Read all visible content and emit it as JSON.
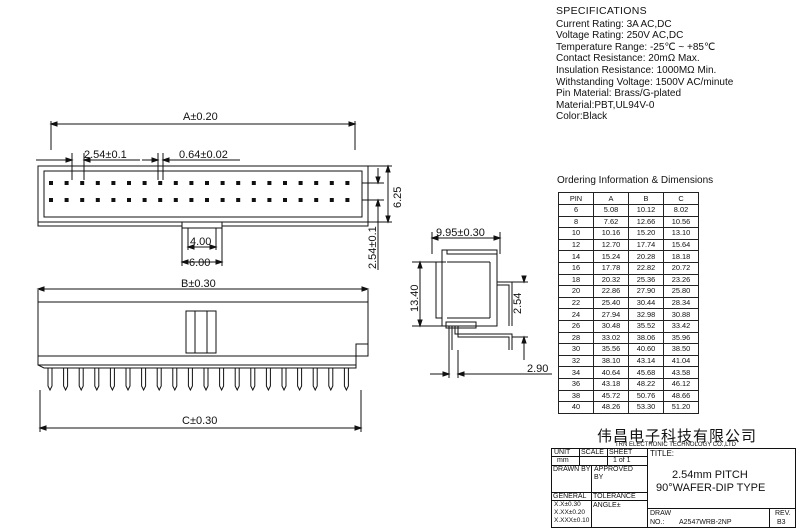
{
  "specifications": {
    "title": "SPECIFICATIONS",
    "lines": [
      "Current Rating: 3A AC,DC",
      "Voltage Rating: 250V AC,DC",
      "Temperature Range: -25℃ ~ +85℃",
      "Contact Resistance: 20mΩ Max.",
      "Insulation Resistance: 1000MΩ Min.",
      "Withstanding Voltage: 1500V AC/minute",
      "Pin Material: Brass/G-plated",
      "Material:PBT,UL94V-0",
      "Color:Black"
    ]
  },
  "ordering": {
    "title": "Ordering Information & Dimensions",
    "headers": [
      "PIN",
      "A",
      "B",
      "C"
    ],
    "rows": [
      [
        "6",
        "5.08",
        "10.12",
        "8.02"
      ],
      [
        "8",
        "7.62",
        "12.66",
        "10.56"
      ],
      [
        "10",
        "10.16",
        "15.20",
        "13.10"
      ],
      [
        "12",
        "12.70",
        "17.74",
        "15.64"
      ],
      [
        "14",
        "15.24",
        "20.28",
        "18.18"
      ],
      [
        "16",
        "17.78",
        "22.82",
        "20.72"
      ],
      [
        "18",
        "20.32",
        "25.36",
        "23.26"
      ],
      [
        "20",
        "22.86",
        "27.90",
        "25.80"
      ],
      [
        "22",
        "25.40",
        "30.44",
        "28.34"
      ],
      [
        "24",
        "27.94",
        "32.98",
        "30.88"
      ],
      [
        "26",
        "30.48",
        "35.52",
        "33.42"
      ],
      [
        "28",
        "33.02",
        "38.06",
        "35.96"
      ],
      [
        "30",
        "35.56",
        "40.60",
        "38.50"
      ],
      [
        "32",
        "38.10",
        "43.14",
        "41.04"
      ],
      [
        "34",
        "40.64",
        "45.68",
        "43.58"
      ],
      [
        "36",
        "43.18",
        "48.22",
        "46.12"
      ],
      [
        "38",
        "45.72",
        "50.76",
        "48.66"
      ],
      [
        "40",
        "48.26",
        "53.30",
        "51.20"
      ]
    ]
  },
  "dimensions": {
    "a": "A±0.20",
    "pitch": "2.54±0.1",
    "pin_width": "0.64±0.02",
    "height_top": "6.25",
    "w400": "4.00",
    "w600": "6.00",
    "row_pitch": "2.54±0.1",
    "b": "B±0.30",
    "c": "C±0.30",
    "side_width": "9.95±0.30",
    "side_height": "13.40",
    "side_pitch": "2.54",
    "side_tail": "2.90"
  },
  "title_block": {
    "company_cn": "伟昌电子科技有限公司",
    "company_en": "TRN ELECTRONIC TECHNOLOGY CO.,LTD",
    "unit_label": "UNIT",
    "scale_label": "SCALE",
    "sheet_label": "SHEET",
    "title_label": "TITLE:",
    "unit_value": "mm",
    "sheet_value": "1 of 1",
    "drawn_by": "DRAWN BY",
    "approved_by": "APPROVED BY",
    "title_line1": "2.54mm PITCH",
    "title_line2": "90°WAFER-DIP TYPE",
    "general": "GENERAL",
    "tolerance": "TOLERANCE",
    "tol1": "X.X±0.30",
    "tol2": "X.XX±0.20",
    "tol3": "X.XXX±0.10",
    "angle": "ANGLE±",
    "draw_label": "DRAW",
    "no_label": "NO.:",
    "draw_no": "A2547WRB-2NP",
    "rev_label": "REV.",
    "rev_value": "B3"
  }
}
